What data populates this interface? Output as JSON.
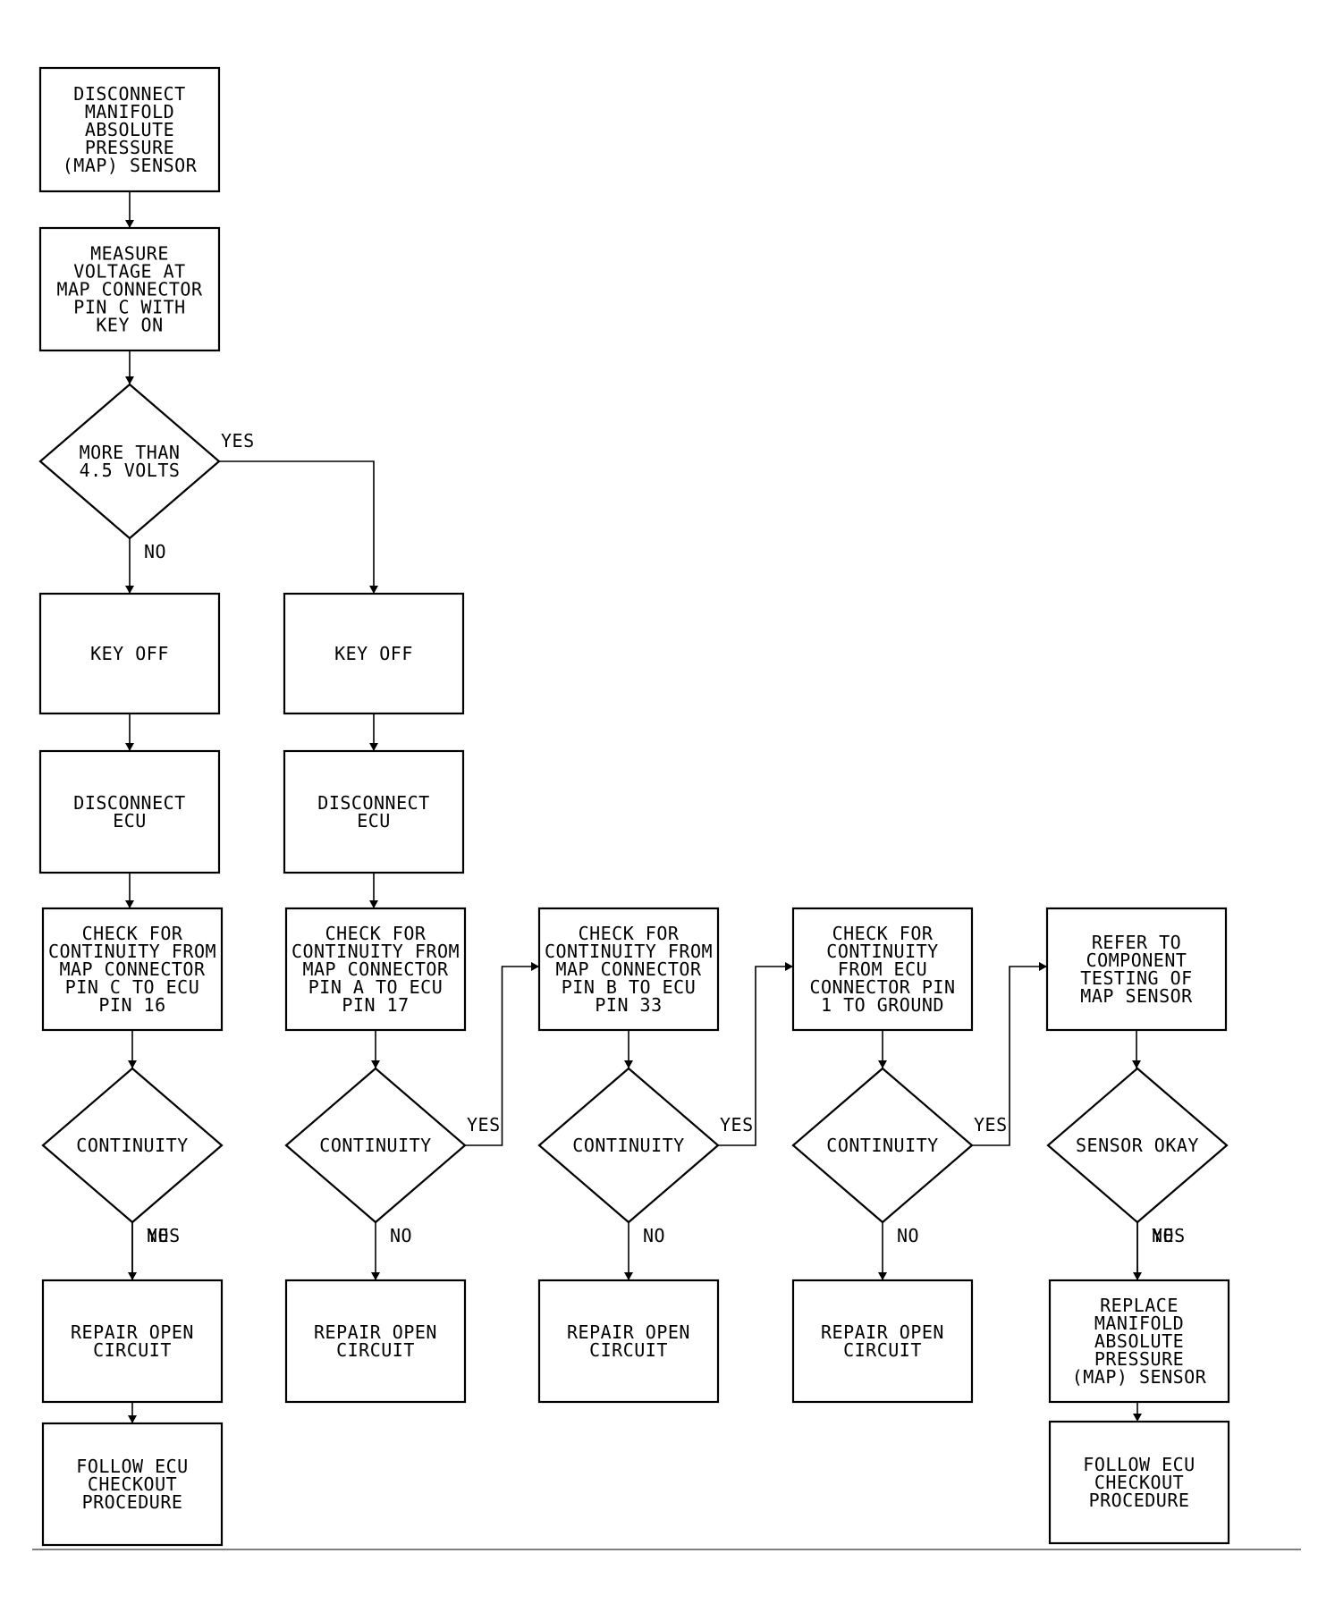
{
  "nodes": [
    {
      "id": "n1",
      "shape": "rect",
      "lines": [
        "DISCONNECT",
        "MANIFOLD",
        "ABSOLUTE",
        "PRESSURE",
        "(MAP) SENSOR"
      ]
    },
    {
      "id": "n2",
      "shape": "rect",
      "lines": [
        "MEASURE",
        "VOLTAGE AT",
        "MAP CONNECTOR",
        "PIN C WITH",
        "KEY ON"
      ]
    },
    {
      "id": "d1",
      "shape": "diamond",
      "lines": [
        "MORE THAN",
        "4.5 VOLTS"
      ]
    },
    {
      "id": "a1",
      "shape": "rect",
      "lines": [
        "KEY OFF"
      ]
    },
    {
      "id": "b1",
      "shape": "rect",
      "lines": [
        "KEY OFF"
      ]
    },
    {
      "id": "a2",
      "shape": "rect",
      "lines": [
        "DISCONNECT",
        "ECU"
      ]
    },
    {
      "id": "b2",
      "shape": "rect",
      "lines": [
        "DISCONNECT",
        "ECU"
      ]
    },
    {
      "id": "a3",
      "shape": "rect",
      "lines": [
        "CHECK FOR",
        "CONTINUITY FROM",
        "MAP CONNECTOR",
        "PIN C TO ECU",
        "PIN 16"
      ]
    },
    {
      "id": "b3",
      "shape": "rect",
      "lines": [
        "CHECK FOR",
        "CONTINUITY FROM",
        "MAP CONNECTOR",
        "PIN A TO ECU",
        "PIN 17"
      ]
    },
    {
      "id": "c3",
      "shape": "rect",
      "lines": [
        "CHECK FOR",
        "CONTINUITY FROM",
        "MAP CONNECTOR",
        "PIN B TO ECU",
        "PIN 33"
      ]
    },
    {
      "id": "e3",
      "shape": "rect",
      "lines": [
        "CHECK FOR",
        "CONTINUITY",
        "FROM ECU",
        "CONNECTOR PIN",
        "1 TO GROUND"
      ]
    },
    {
      "id": "f3",
      "shape": "rect",
      "lines": [
        "REFER TO",
        "COMPONENT",
        "TESTING OF",
        "MAP SENSOR"
      ]
    },
    {
      "id": "ad",
      "shape": "diamond",
      "lines": [
        "CONTINUITY"
      ]
    },
    {
      "id": "bd",
      "shape": "diamond",
      "lines": [
        "CONTINUITY"
      ]
    },
    {
      "id": "cd",
      "shape": "diamond",
      "lines": [
        "CONTINUITY"
      ]
    },
    {
      "id": "ed",
      "shape": "diamond",
      "lines": [
        "CONTINUITY"
      ]
    },
    {
      "id": "fd",
      "shape": "diamond",
      "lines": [
        "SENSOR OKAY"
      ]
    },
    {
      "id": "a5",
      "shape": "rect",
      "lines": [
        "REPAIR OPEN",
        "CIRCUIT"
      ]
    },
    {
      "id": "b5",
      "shape": "rect",
      "lines": [
        "REPAIR OPEN",
        "CIRCUIT"
      ]
    },
    {
      "id": "c5",
      "shape": "rect",
      "lines": [
        "REPAIR OPEN",
        "CIRCUIT"
      ]
    },
    {
      "id": "e5",
      "shape": "rect",
      "lines": [
        "REPAIR OPEN",
        "CIRCUIT"
      ]
    },
    {
      "id": "f5",
      "shape": "rect",
      "lines": [
        "REPLACE",
        "MANIFOLD",
        "ABSOLUTE",
        "PRESSURE",
        "(MAP) SENSOR"
      ]
    },
    {
      "id": "a6",
      "shape": "rect",
      "lines": [
        "FOLLOW ECU",
        "CHECKOUT",
        "PROCEDURE"
      ]
    },
    {
      "id": "f6",
      "shape": "rect",
      "lines": [
        "FOLLOW ECU",
        "CHECKOUT",
        "PROCEDURE"
      ]
    }
  ],
  "edges": [
    {
      "from": "n1",
      "to": "n2",
      "label": ""
    },
    {
      "from": "n2",
      "to": "d1",
      "label": ""
    },
    {
      "from": "d1",
      "to": "a1",
      "label": "NO"
    },
    {
      "from": "d1",
      "to": "b1",
      "label": "YES"
    },
    {
      "from": "a1",
      "to": "a2",
      "label": ""
    },
    {
      "from": "b1",
      "to": "b2",
      "label": ""
    },
    {
      "from": "a2",
      "to": "a3",
      "label": ""
    },
    {
      "from": "b2",
      "to": "b3",
      "label": ""
    },
    {
      "from": "a3",
      "to": "ad",
      "label": ""
    },
    {
      "from": "b3",
      "to": "bd",
      "label": ""
    },
    {
      "from": "c3",
      "to": "cd",
      "label": ""
    },
    {
      "from": "e3",
      "to": "ed",
      "label": ""
    },
    {
      "from": "f3",
      "to": "fd",
      "label": ""
    },
    {
      "from": "ad",
      "to": "a5",
      "label": "NO"
    },
    {
      "from": "bd",
      "to": "b5",
      "label": "NO"
    },
    {
      "from": "cd",
      "to": "c5",
      "label": "NO"
    },
    {
      "from": "ed",
      "to": "e5",
      "label": "NO"
    },
    {
      "from": "fd",
      "to": "f5",
      "label": "NO"
    },
    {
      "from": "ad",
      "to": "a6",
      "label": "YES"
    },
    {
      "from": "bd",
      "to": "c3",
      "label": "YES"
    },
    {
      "from": "cd",
      "to": "e3",
      "label": "YES"
    },
    {
      "from": "ed",
      "to": "f3",
      "label": "YES"
    },
    {
      "from": "fd",
      "to": "f6",
      "label": "YES"
    }
  ]
}
